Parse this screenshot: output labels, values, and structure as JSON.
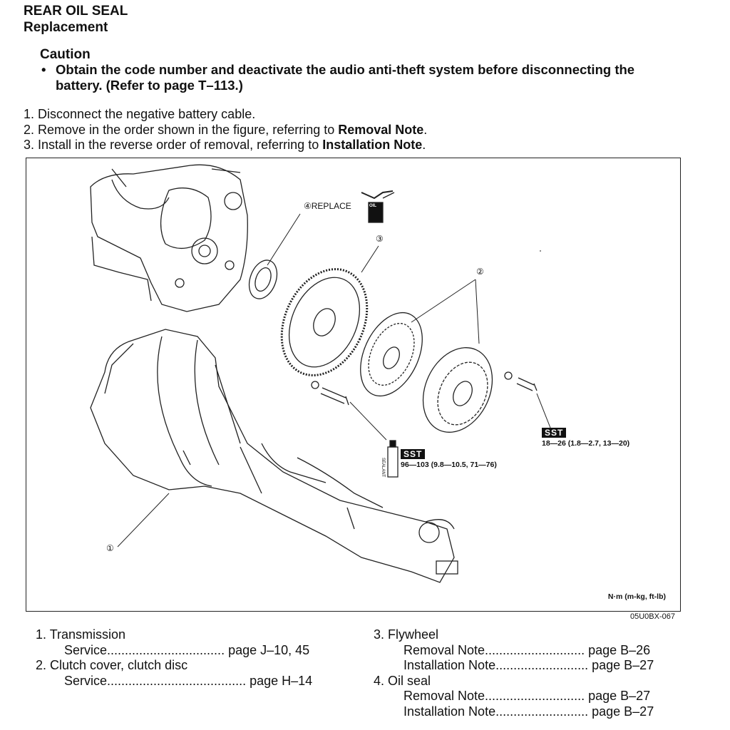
{
  "header": {
    "title": "REAR OIL SEAL",
    "subtitle": "Replacement"
  },
  "caution": {
    "heading": "Caution",
    "bullet": "Obtain the code number and deactivate the audio anti-theft system before disconnecting the",
    "bullet_cont": "battery. (Refer to page T–113.)"
  },
  "steps": [
    {
      "num": "1.",
      "pre": "Disconnect the negative battery cable.",
      "bold": "",
      "post": ""
    },
    {
      "num": "2.",
      "pre": "Remove in the order shown in the figure, referring to ",
      "bold": "Removal Note",
      "post": "."
    },
    {
      "num": "3.",
      "pre": "Install in the reverse order of removal, referring to ",
      "bold": "Installation Note",
      "post": "."
    }
  ],
  "figure": {
    "callouts": {
      "c1": "①",
      "c2": "②",
      "c3": "③",
      "c4": "④",
      "replace": "REPLACE",
      "oil": "OIL"
    },
    "sst_label": "SST",
    "sealant_label": "SEALANT",
    "torque_right": "18—26 (1.8—2.7, 13—20)",
    "torque_center": "96—103 (9.8—10.5, 71—76)",
    "units": "N·m (m-kg, ft-lb)",
    "code": "05U0BX-067"
  },
  "legend": {
    "left": [
      {
        "title": "1. Transmission",
        "entries": [
          {
            "label": "Service",
            "dots": ".................................",
            "page": "page J–10, 45"
          }
        ]
      },
      {
        "title": "2. Clutch cover, clutch disc",
        "entries": [
          {
            "label": "Service",
            "dots": ".......................................",
            "page": "page H–14"
          }
        ]
      }
    ],
    "right": [
      {
        "title": "3. Flywheel",
        "entries": [
          {
            "label": "Removal Note",
            "dots": "............................",
            "page": "page B–26"
          },
          {
            "label": "Installation Note",
            "dots": "..........................",
            "page": "page B–27"
          }
        ]
      },
      {
        "title": "4. Oil seal",
        "entries": [
          {
            "label": "Removal Note",
            "dots": "............................",
            "page": "page B–27"
          },
          {
            "label": "Installation Note",
            "dots": "..........................",
            "page": "page B–27"
          }
        ]
      }
    ]
  }
}
